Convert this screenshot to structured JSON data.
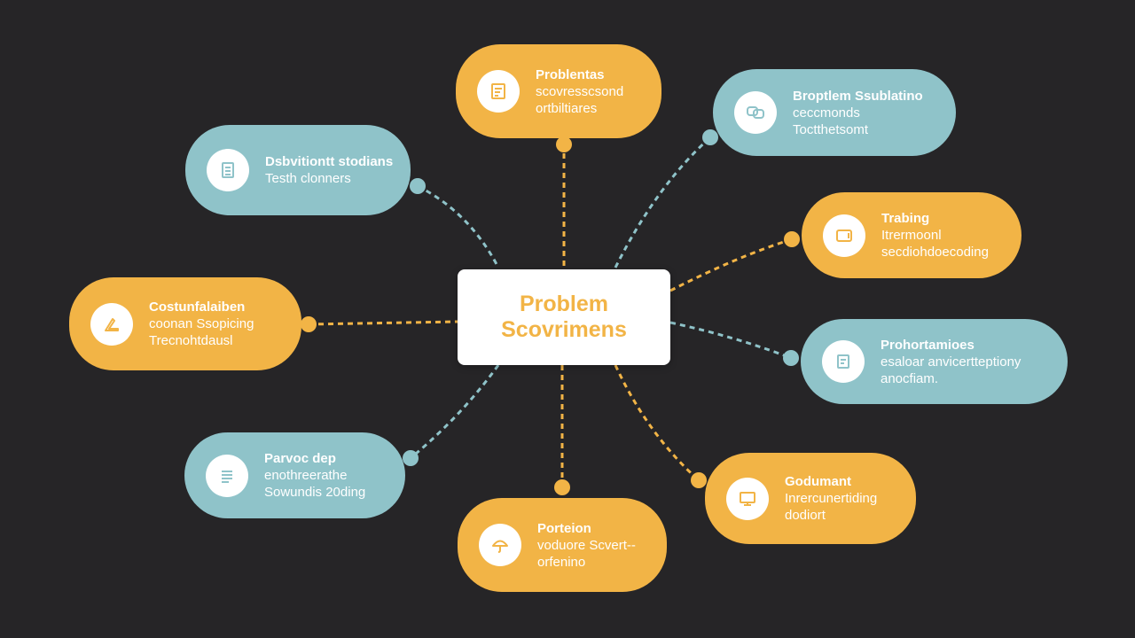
{
  "colors": {
    "background": "#262527",
    "yellow": "#f2b446",
    "blue": "#8fc3c9",
    "white": "#ffffff"
  },
  "center": {
    "line1": "Problem",
    "line2": "Scovrimens"
  },
  "nodes": [
    {
      "id": "top",
      "color": "yellow",
      "icon": "document-icon",
      "lines": [
        "Problentas",
        "scovresscsond",
        "ortbiltiares"
      ]
    },
    {
      "id": "top-right",
      "color": "blue",
      "icon": "chat-bubble-icon",
      "lines": [
        "Broptlem Ssublatino",
        "ceccmonds",
        "Toctthetsomt"
      ]
    },
    {
      "id": "left-top",
      "color": "blue",
      "icon": "list-icon",
      "lines": [
        "Dsbvitiontt stodians",
        "Testh clonners"
      ]
    },
    {
      "id": "right-upper",
      "color": "yellow",
      "icon": "window-icon",
      "lines": [
        "Trabing",
        "Itrermoonl",
        "secdiohdoecoding"
      ]
    },
    {
      "id": "left-middle",
      "color": "yellow",
      "icon": "ruler-triangle-icon",
      "lines": [
        "Costunfalaiben",
        "coonan Ssopicing",
        "Trecnohtdausl"
      ]
    },
    {
      "id": "right-middle",
      "color": "blue",
      "icon": "note-icon",
      "lines": [
        "Prohortamioes",
        "esaloar anvicertteptiony",
        "anocfiam."
      ]
    },
    {
      "id": "left-bottom",
      "color": "blue",
      "icon": "checklist-icon",
      "lines": [
        "Parvoc dep",
        "enothreerathe",
        "Sowundis 20ding"
      ]
    },
    {
      "id": "right-bottom",
      "color": "yellow",
      "icon": "monitor-icon",
      "lines": [
        "Godumant",
        "Inrercunertiding",
        "dodiort"
      ]
    },
    {
      "id": "bottom",
      "color": "yellow",
      "icon": "umbrella-icon",
      "lines": [
        "Porteion",
        "voduore Scvert--",
        "orfenino"
      ]
    }
  ]
}
